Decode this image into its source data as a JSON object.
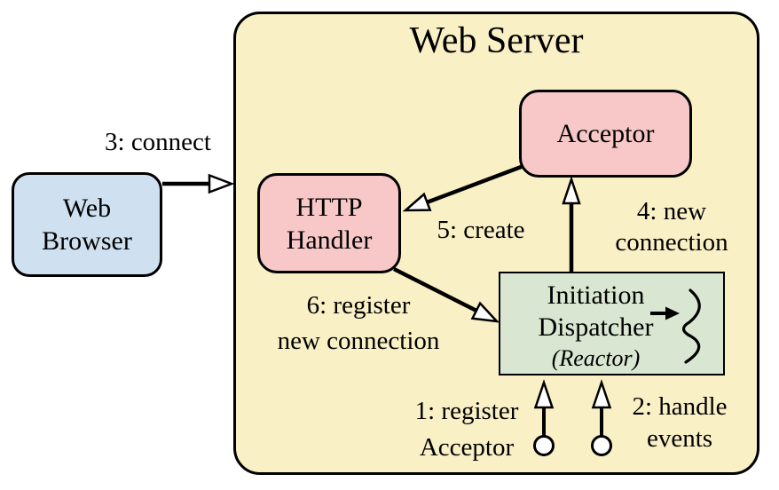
{
  "diagram": {
    "type": "architecture-diagram",
    "title": "Web Server",
    "colors": {
      "background": "#ffffff",
      "server_fill": "#faf0c6",
      "browser_fill": "#cfe0f1",
      "component_fill": "#f7c8c7",
      "dispatcher_fill": "#d9e7d2",
      "outline": "#000000",
      "arrowhead_fill": "#ffffff"
    },
    "nodes": {
      "web_browser": {
        "lines": [
          "Web",
          "Browser"
        ]
      },
      "acceptor": {
        "label": "Acceptor"
      },
      "http_handler": {
        "lines": [
          "HTTP",
          "Handler"
        ]
      },
      "dispatcher": {
        "lines": [
          "Initiation",
          "Dispatcher"
        ],
        "sublabel": "(Reactor)"
      }
    },
    "edges": {
      "connect": {
        "label": "3: connect"
      },
      "create": {
        "label": "5: create"
      },
      "new_connection": {
        "lines": [
          "4: new",
          "connection"
        ]
      },
      "register_new_connection": {
        "lines": [
          "6: register",
          "new connection"
        ]
      },
      "register_acceptor": {
        "lines": [
          "1: register",
          "Acceptor"
        ]
      },
      "handle_events": {
        "lines": [
          "2: handle",
          "events"
        ]
      }
    }
  }
}
